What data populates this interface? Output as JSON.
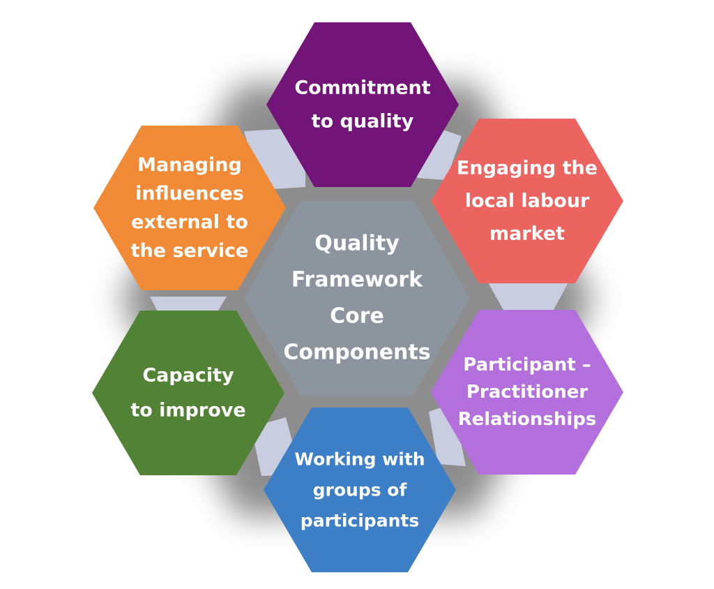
{
  "diagram": {
    "center": {
      "lines": [
        "Quality",
        "Framework",
        "Core",
        "Components"
      ],
      "color": "#8c949e"
    },
    "hexagons": [
      {
        "id": "commitment",
        "lines": [
          "Commitment",
          "to quality"
        ],
        "color": "#731479"
      },
      {
        "id": "engaging",
        "lines": [
          "Engaging the",
          "local labour",
          "market"
        ],
        "color": "#ec6460"
      },
      {
        "id": "participant",
        "lines": [
          "Participant –",
          "Practitioner",
          "Relationships"
        ],
        "color": "#b36fdc"
      },
      {
        "id": "working",
        "lines": [
          "Working with",
          "groups of",
          "participants"
        ],
        "color": "#3d7fc7"
      },
      {
        "id": "capacity",
        "lines": [
          "Capacity",
          "to improve"
        ],
        "color": "#528235"
      },
      {
        "id": "managing",
        "lines": [
          "Managing",
          "influences",
          "external to",
          "the service"
        ],
        "color": "#f08a36"
      }
    ],
    "background_colors": {
      "glow": "#7a7a7a",
      "connector": "#c8cde0"
    }
  }
}
